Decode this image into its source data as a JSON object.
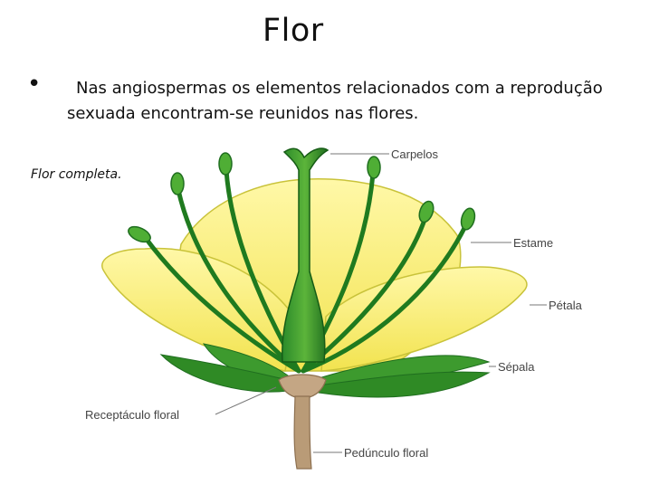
{
  "slide": {
    "title": "Flor",
    "bullet_icon": "bullet-dot",
    "bullet_text": "Nas angiospermas os elementos relacionados com a reprodução sexuada encontram-se reunidos nas flores.",
    "caption": "Flor completa."
  },
  "diagram": {
    "labels": {
      "carpelos": "Carpelos",
      "estame": "Estame",
      "petala": "Pétala",
      "sepala": "Sépala",
      "receptaculo": "Receptáculo floral",
      "peduncula": "Pedúnculo floral"
    },
    "colors": {
      "petal_yellow": "#f7ee73",
      "petal_edge": "#c9c33a",
      "green_dark": "#1f7a1f",
      "green_light": "#6bbf3a",
      "stem_brown": "#b99b77"
    }
  }
}
